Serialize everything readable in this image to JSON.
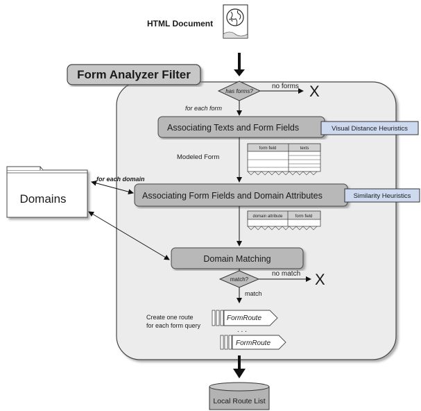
{
  "document": {
    "label": "HTML Document",
    "icon": "globe-document-icon"
  },
  "filter": {
    "title": "Form Analyzer Filter"
  },
  "has_forms": {
    "question": "has forms?",
    "no_label": "no forms",
    "reject": "X",
    "for_each_form": "for each form"
  },
  "steps": {
    "texts": {
      "label": "Associating Texts and Form Fields",
      "heuristic": "Visual Distance Heuristics"
    },
    "domain_attrs": {
      "label": "Associating Form Fields and Domain Attributes",
      "heuristic": "Similarity Heuristics"
    },
    "matching": {
      "label": "Domain Matching"
    }
  },
  "modeled_form": {
    "label": "Modeled Form",
    "table_headers": [
      "form field",
      "texts"
    ]
  },
  "domain_table": {
    "table_headers": [
      "domain attribute",
      "form field"
    ]
  },
  "domains": {
    "label": "Domains",
    "for_each_domain": "for each domain"
  },
  "match": {
    "question": "match?",
    "no_label": "no match",
    "reject": "X",
    "yes_label": "match"
  },
  "routes": {
    "create_text": [
      "Create one route",
      "for each form query"
    ],
    "route_label": "FormRoute",
    "ellipsis": ". . ."
  },
  "output": {
    "label": "Local Route List"
  },
  "colors": {
    "box_fill": "#b8b8b8",
    "container_fill": "#ececec",
    "heuristic_fill": "#cdd9ef",
    "line": "#111111"
  }
}
